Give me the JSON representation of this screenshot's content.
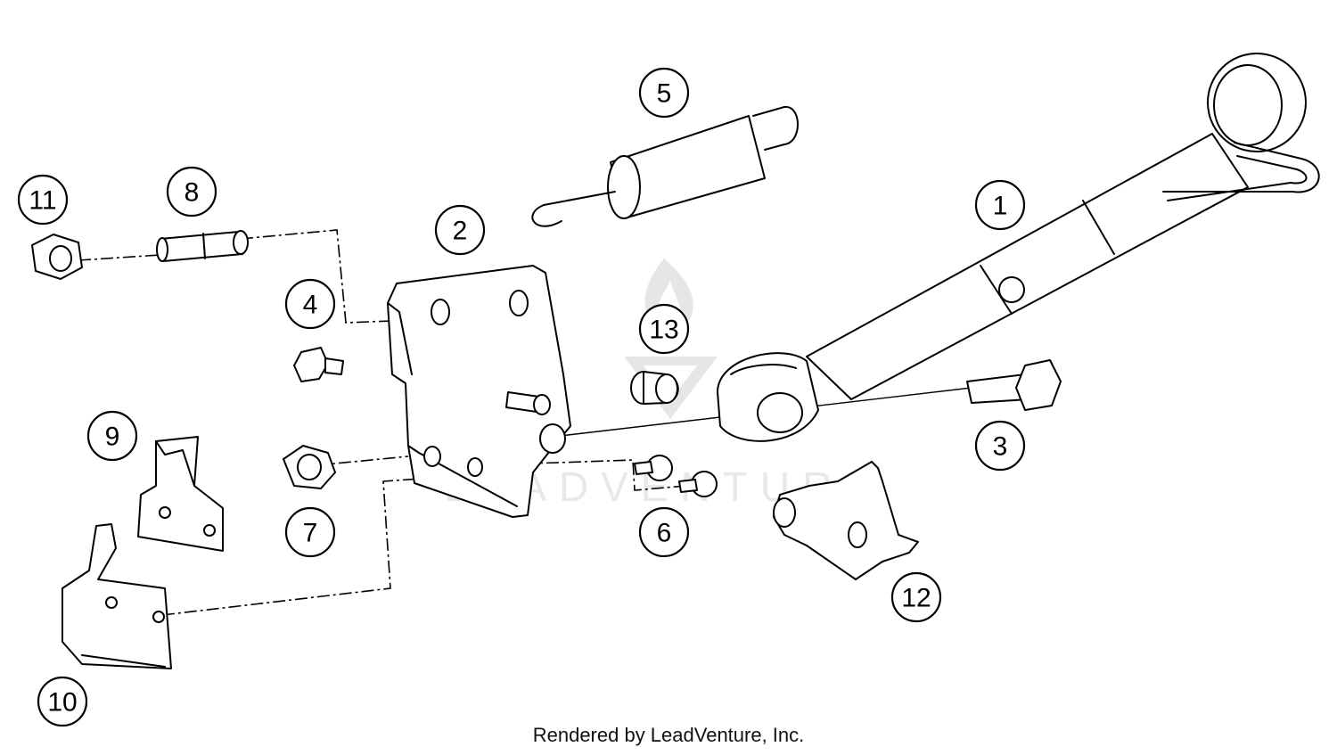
{
  "watermark": "LEADVENTURE",
  "credit": "Rendered by LeadVenture, Inc.",
  "callouts": [
    "1",
    "2",
    "3",
    "4",
    "5",
    "6",
    "7",
    "8",
    "9",
    "10",
    "11",
    "12",
    "13"
  ]
}
